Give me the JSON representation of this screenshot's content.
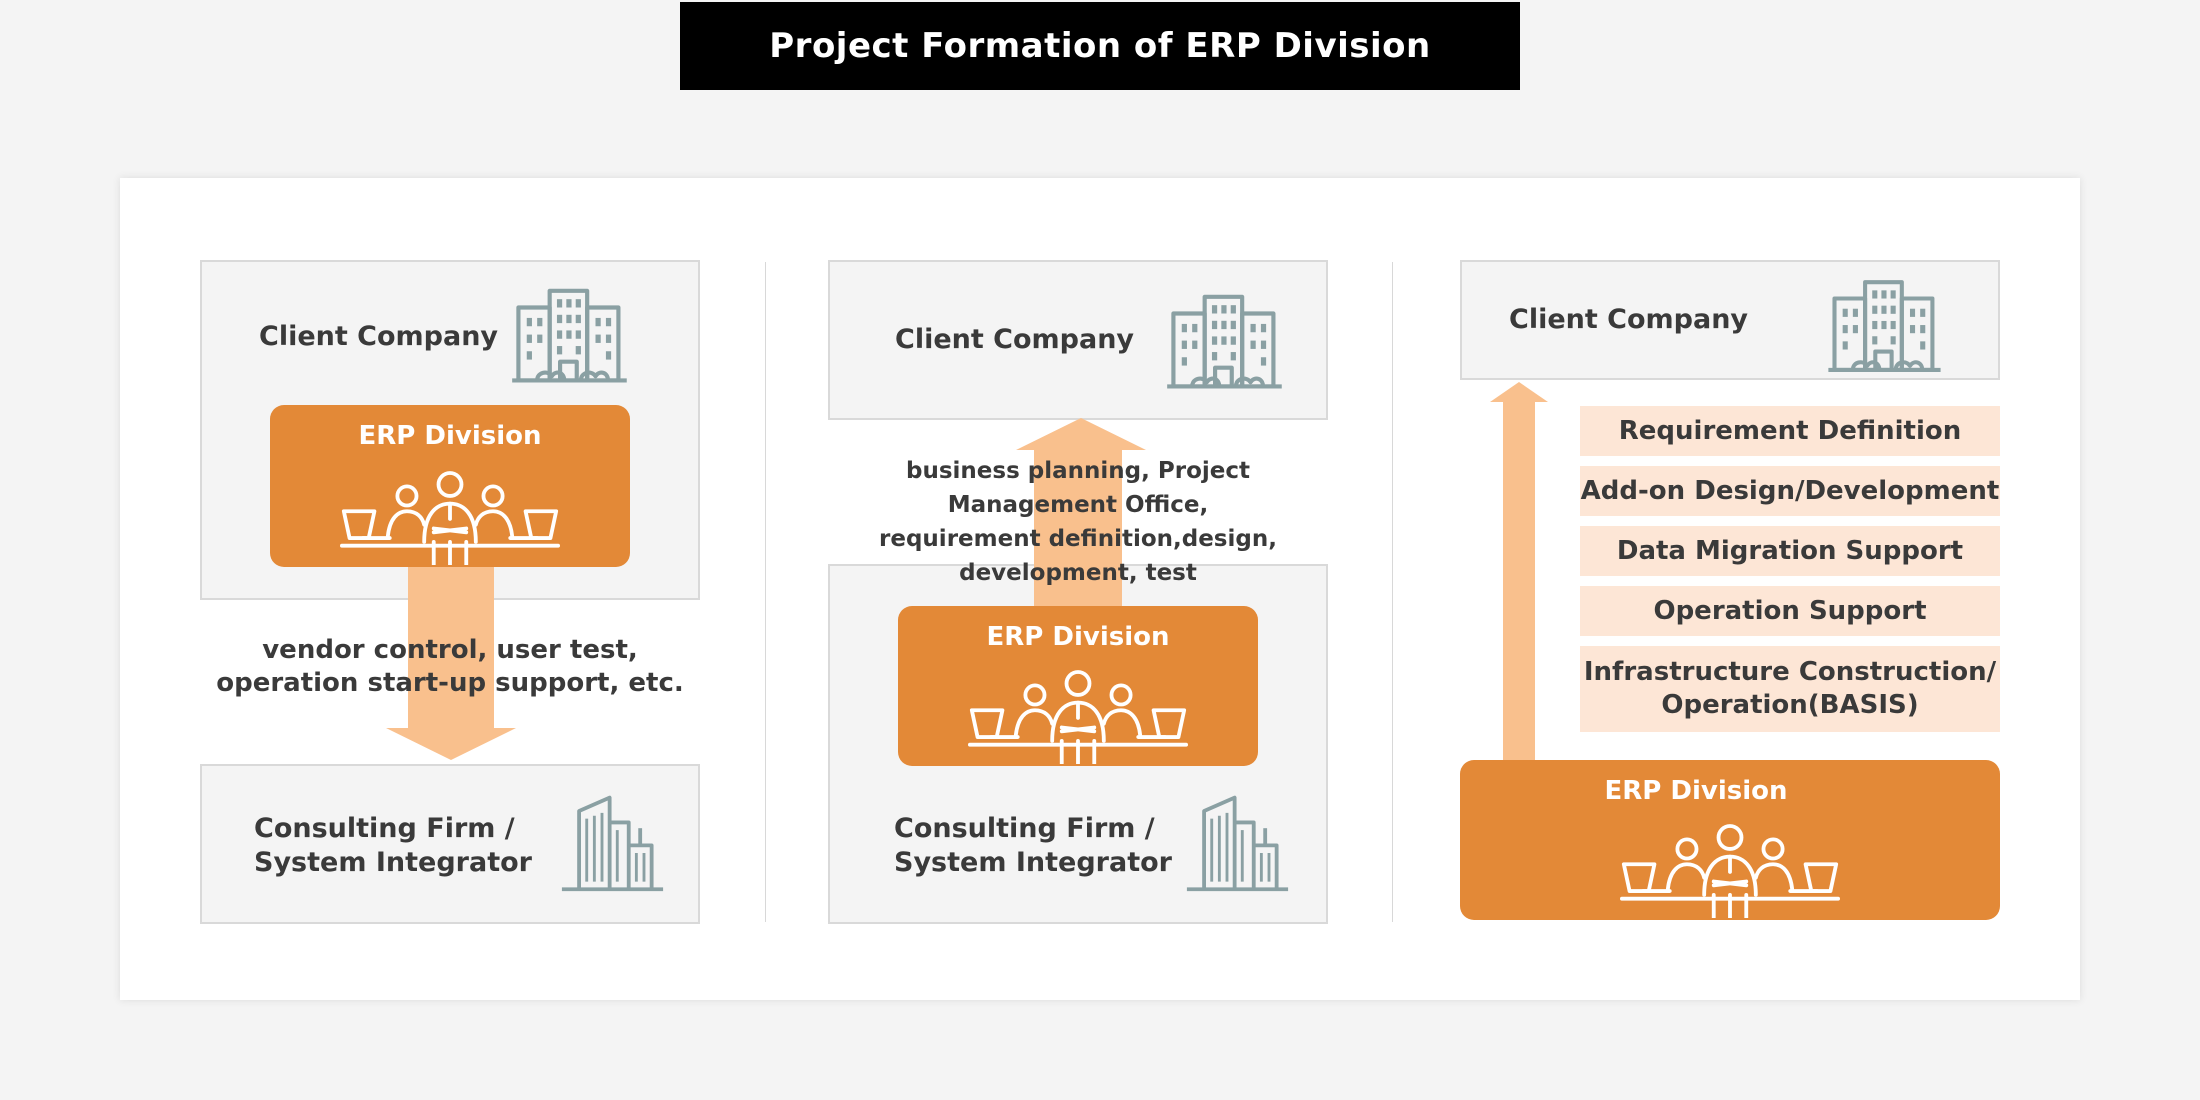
{
  "title": "Project Formation of ERP Division",
  "panel1": {
    "client_label": "Client Company",
    "erp_label": "ERP Division",
    "caption_line1": "vendor control, user test,",
    "caption_line2": "operation start-up support, etc.",
    "consult_line1": "Consulting Firm /",
    "consult_line2": "System Integrator"
  },
  "panel2": {
    "client_label": "Client Company",
    "caption_line1": "business planning, Project Management Office,",
    "caption_line2": "requirement definition,design,",
    "caption_line3": "development, test",
    "erp_label": "ERP Division",
    "consult_line1": "Consulting Firm /",
    "consult_line2": "System Integrator"
  },
  "panel3": {
    "client_label": "Client Company",
    "tasks": [
      "Requirement Definition",
      "Add-on Design/Development",
      "Data Migration Support",
      "Operation Support"
    ],
    "task5_line1": "Infrastructure Construction/",
    "task5_line2": "Operation(BASIS)",
    "erp_label": "ERP Division"
  },
  "colors": {
    "erp_orange": "#e38937",
    "arrow_peach": "#f9c08d",
    "task_bg": "#fde6d6",
    "icon_gray": "#8aa0a3",
    "title_bg": "#000000"
  }
}
